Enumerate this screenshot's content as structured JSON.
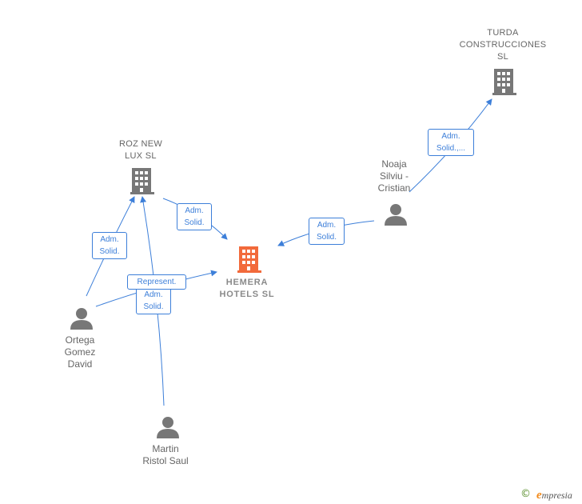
{
  "nodes": {
    "hemera": {
      "lines": [
        "HEMERA",
        "HOTELS  SL"
      ],
      "color": "#f26a3b"
    },
    "roz": {
      "lines": [
        "ROZ NEW",
        "LUX  SL"
      ]
    },
    "turda": {
      "lines": [
        "TURDA",
        "CONSTRUCCIONES",
        "SL"
      ]
    },
    "noaja": {
      "lines": [
        "Noaja",
        "Silviu -",
        "Cristian"
      ]
    },
    "ortega": {
      "lines": [
        "Ortega",
        "Gomez",
        "David"
      ]
    },
    "martin": {
      "lines": [
        "Martin",
        "Ristol Saul"
      ]
    }
  },
  "edges": {
    "roz_hemera": [
      "Adm.",
      "Solid."
    ],
    "ortega_roz": [
      "Adm.",
      "Solid."
    ],
    "ortega_hemera": [
      "Represent."
    ],
    "martin_roz": [
      "Adm.",
      "Solid."
    ],
    "noaja_hemera": [
      "Adm.",
      "Solid."
    ],
    "noaja_turda": [
      "Adm.",
      "Solid.,..."
    ]
  },
  "colors": {
    "edge": "#3d7fd9",
    "icon": "#777777",
    "main_icon": "#f26a3b",
    "label": "#666666"
  },
  "footer": {
    "copyright": "©",
    "brand_initial": "e",
    "brand_rest": "mpresia"
  },
  "icons": {
    "company": "building-icon",
    "person": "person-icon"
  }
}
